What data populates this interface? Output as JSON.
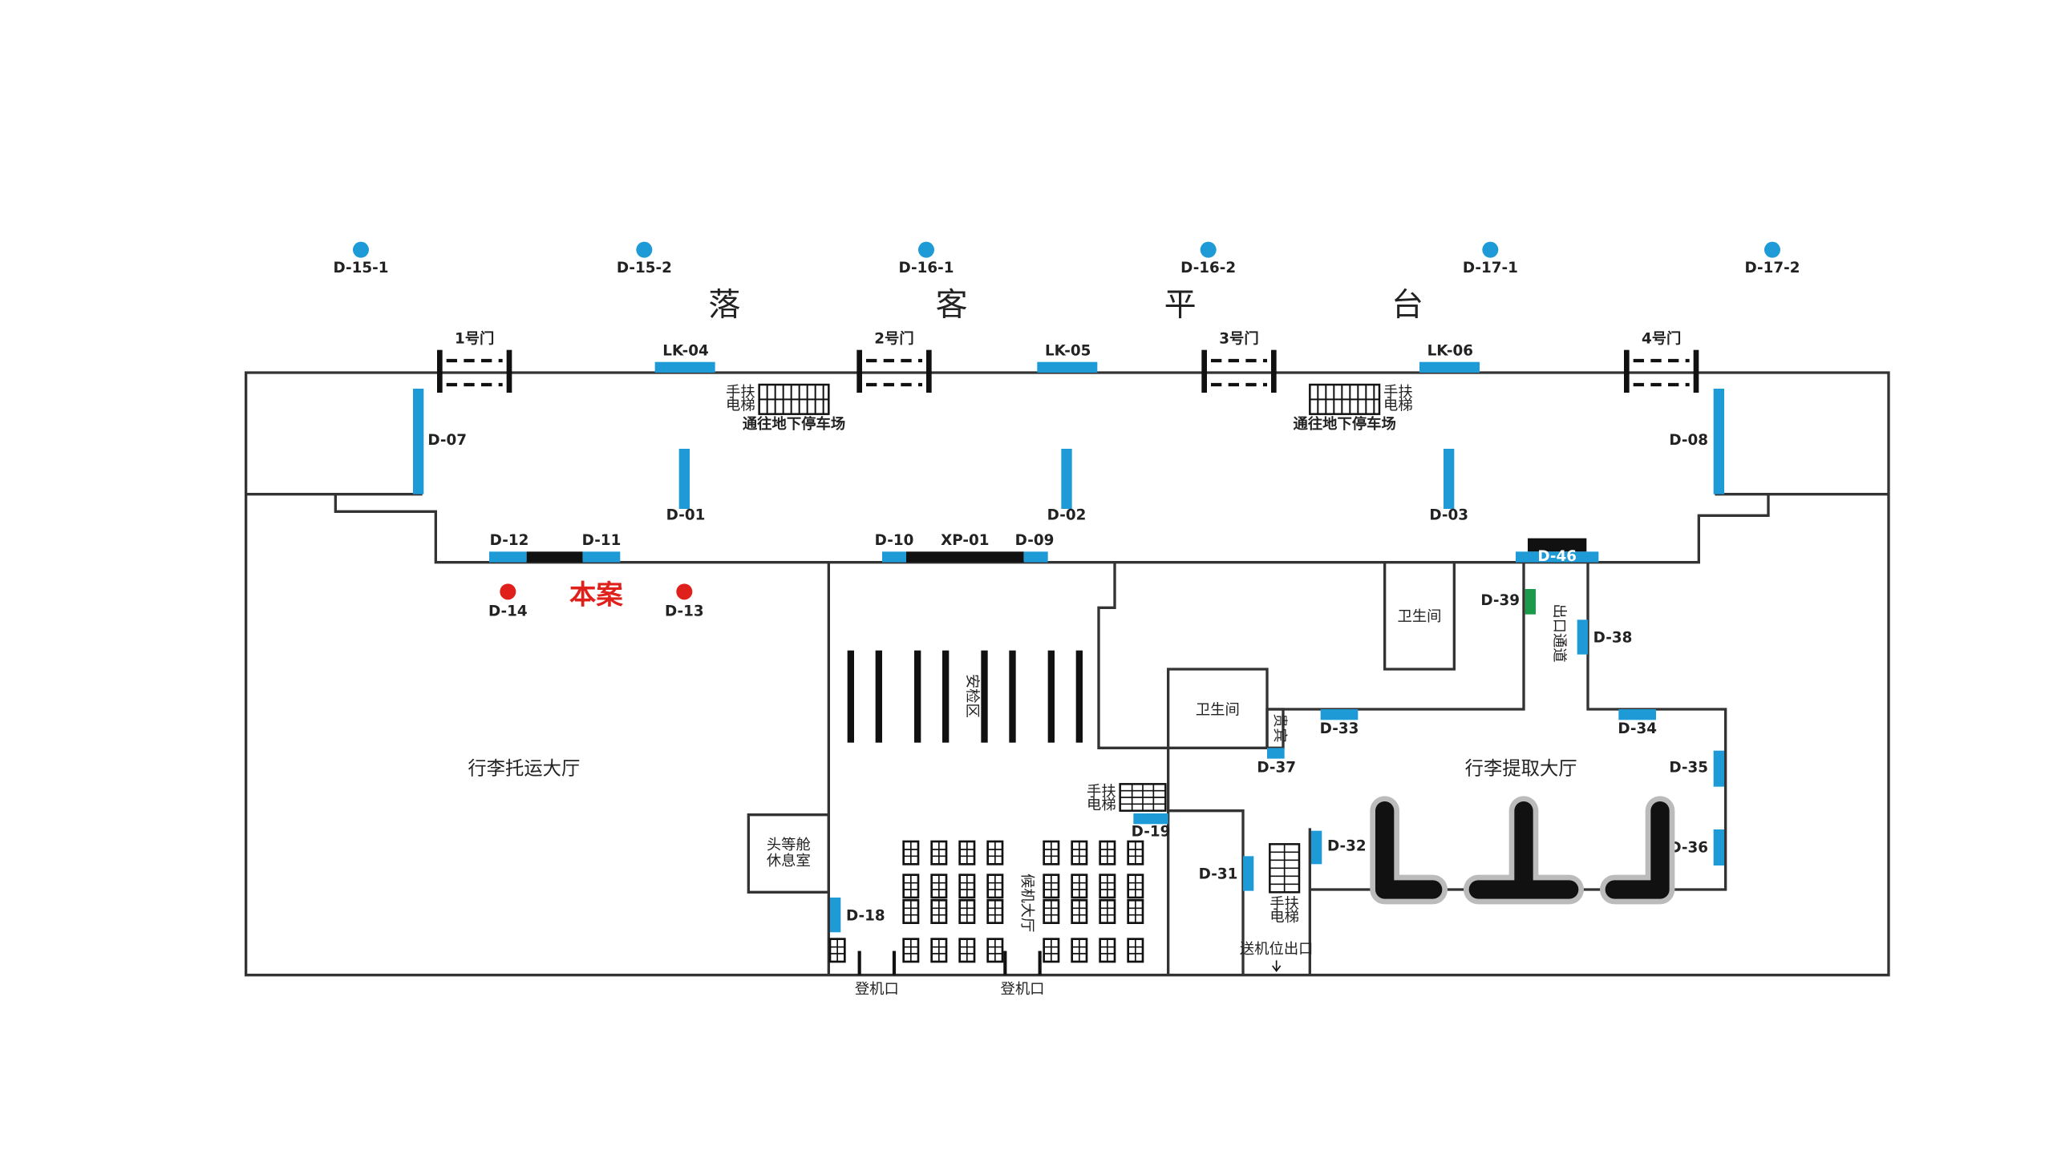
{
  "platform_chars": [
    "落",
    "客",
    "平",
    "台"
  ],
  "top_ads": [
    "D-15-1",
    "D-15-2",
    "D-16-1",
    "D-16-2",
    "D-17-1",
    "D-17-2"
  ],
  "gates": [
    "1号门",
    "2号门",
    "3号门",
    "4号门"
  ],
  "lk_boards": [
    "LK-04",
    "LK-05",
    "LK-06"
  ],
  "escalator_label_1": "手扶",
  "escalator_label_2": "电梯",
  "parking_label": "通往地下停车场",
  "ad_codes": {
    "d01": "D-01",
    "d02": "D-02",
    "d03": "D-03",
    "d07": "D-07",
    "d08": "D-08",
    "d09": "D-09",
    "d10": "D-10",
    "d11": "D-11",
    "d12": "D-12",
    "d13": "D-13",
    "d14": "D-14",
    "d18": "D-18",
    "d19": "D-19",
    "d31": "D-31",
    "d32": "D-32",
    "d33": "D-33",
    "d34": "D-34",
    "d35": "D-35",
    "d36": "D-36",
    "d37": "D-37",
    "d38": "D-38",
    "d39": "D-39",
    "d46": "D-46",
    "xp01": "XP-01"
  },
  "this_case": "本案",
  "rooms": {
    "checkin_hall": "行李托运大厅",
    "baggage_claim_hall": "行李提取大厅",
    "security_area": "安检区",
    "restroom": "卫生间",
    "first_class_1": "头等舱",
    "first_class_2": "休息室",
    "waiting_hall": "候机大厅",
    "exit_corridor": "出口通道",
    "vip_room": "贵宾",
    "boarding_gate": "登机口",
    "pickup_exit": "送机位出口"
  },
  "colors": {
    "ad_blue": "#1e9bd7",
    "red_marker": "#e0201b",
    "green_marker": "#1a9a4a",
    "wall": "#333333",
    "dark": "#111111"
  }
}
